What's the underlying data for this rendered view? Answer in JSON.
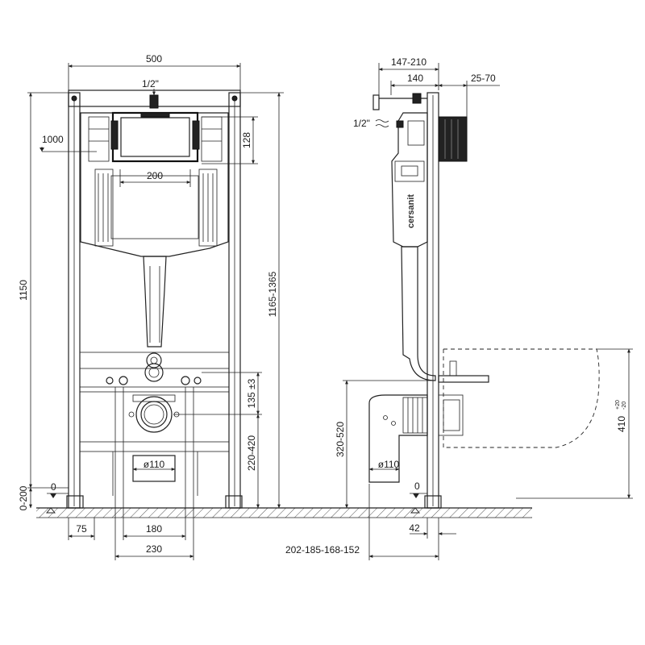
{
  "dimensions": {
    "frame_width": "500",
    "water_inlet_front": "1/2\"",
    "water_inlet_side": "1/2\"",
    "reference_height": "1000",
    "tank_offset": "128",
    "button_width": "200",
    "total_height": "1150",
    "adjustable_height": "1165-1365",
    "bolt_spacing_vertical": "135 ±3",
    "drain_height_front": "220-420",
    "drain_pipe_front": "ø110",
    "floor_level_front": "0",
    "feet_adjust": "0-200",
    "foot_offset": "75",
    "bolt_spacing": "180",
    "drain_spacing": "230",
    "side_depth_total": "147-210",
    "side_depth_frame": "140",
    "wall_offset": "25-70",
    "drain_height_side": "320-520",
    "drain_pipe_side": "ø110",
    "floor_level_side": "0",
    "foot_depth": "42",
    "bowl_projection": "202-185-168-152",
    "bowl_height": "410",
    "bowl_height_tol_plus": "+20",
    "bowl_height_tol_minus": "-20"
  },
  "brand": "cersanit"
}
